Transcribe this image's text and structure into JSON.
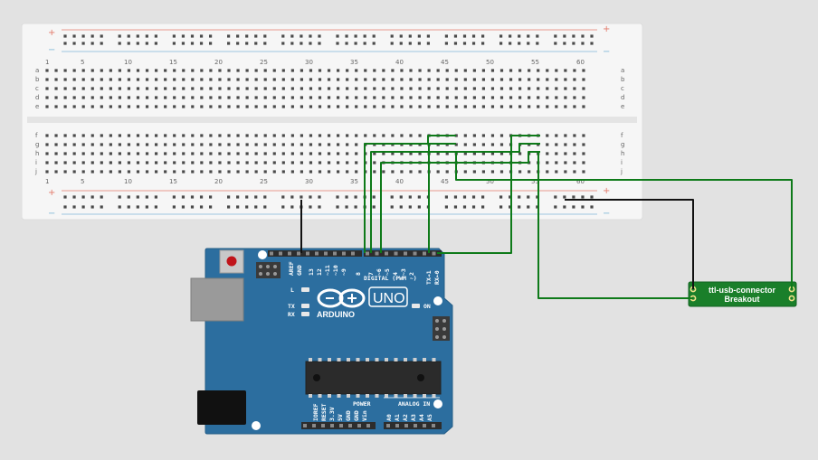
{
  "breadboard": {
    "column_numbers": [
      "1",
      "5",
      "10",
      "15",
      "20",
      "25",
      "30",
      "35",
      "40",
      "45",
      "50",
      "55",
      "60"
    ],
    "row_letters_top": [
      "a",
      "b",
      "c",
      "d",
      "e"
    ],
    "row_letters_bottom": [
      "f",
      "g",
      "h",
      "i",
      "j"
    ],
    "rail_plus": "+",
    "rail_minus": "−"
  },
  "arduino": {
    "brand": "ARDUINO",
    "model": "UNO",
    "digital_header_label": "DIGITAL (PWM ~)",
    "digital_pins": [
      "AREF",
      "GND",
      "13",
      "12",
      "~11",
      "~10",
      "~9",
      "8",
      "7",
      "~6",
      "~5",
      "4",
      "~3",
      "2",
      "TX→1",
      "RX←0"
    ],
    "power_header_label": "POWER",
    "power_pins": [
      "IOREF",
      "RESET",
      "3.3V",
      "5V",
      "GND",
      "GND",
      "Vin"
    ],
    "analog_header_label": "ANALOG IN",
    "analog_pins": [
      "A0",
      "A1",
      "A2",
      "A3",
      "A4",
      "A5"
    ],
    "led_labels": [
      "L",
      "TX",
      "RX"
    ],
    "on_label": "ON"
  },
  "breakout": {
    "title_line1": "ttl-usb-connector",
    "title_line2": "Breakout"
  },
  "colors": {
    "background": "#e2e2e2",
    "breadboard": "#f6f6f6",
    "arduino_board": "#2c6e9f",
    "wire_green": "#0e7a19",
    "wire_black": "#111111",
    "breakout_green": "#1a7f2a",
    "rail_red": "#e37a6a",
    "rail_blue": "#7fb7d8"
  }
}
